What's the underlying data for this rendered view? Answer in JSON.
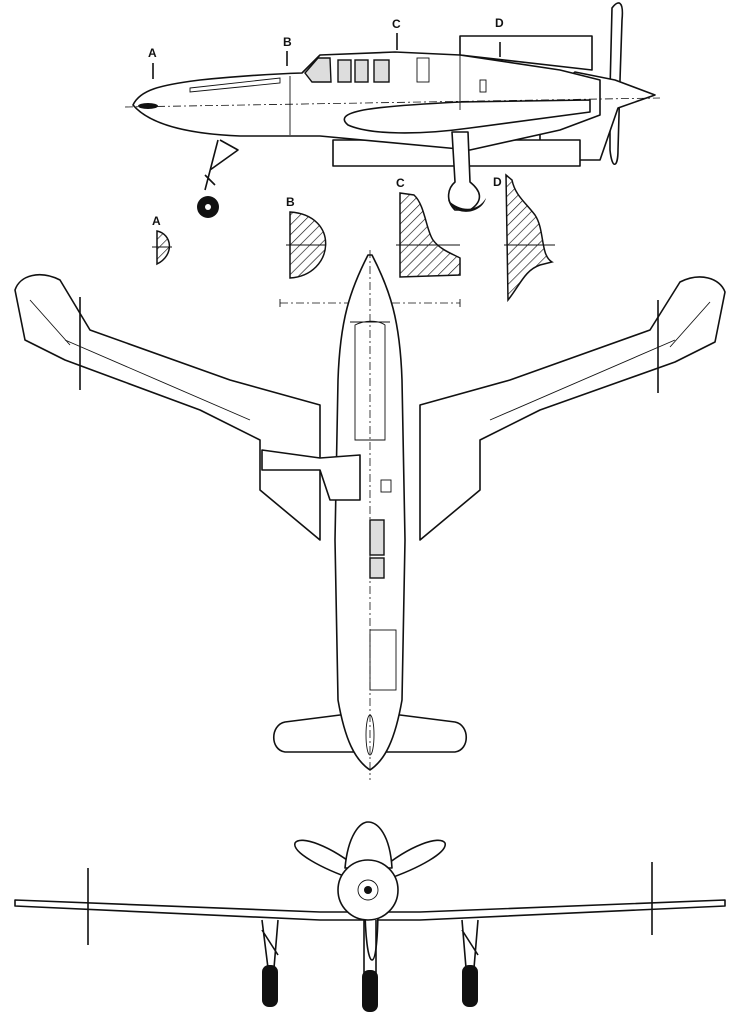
{
  "side_view": {
    "station_markers": [
      "A",
      "B",
      "C",
      "D"
    ]
  },
  "cross_sections": {
    "labels": [
      "A",
      "B",
      "C",
      "D"
    ]
  }
}
